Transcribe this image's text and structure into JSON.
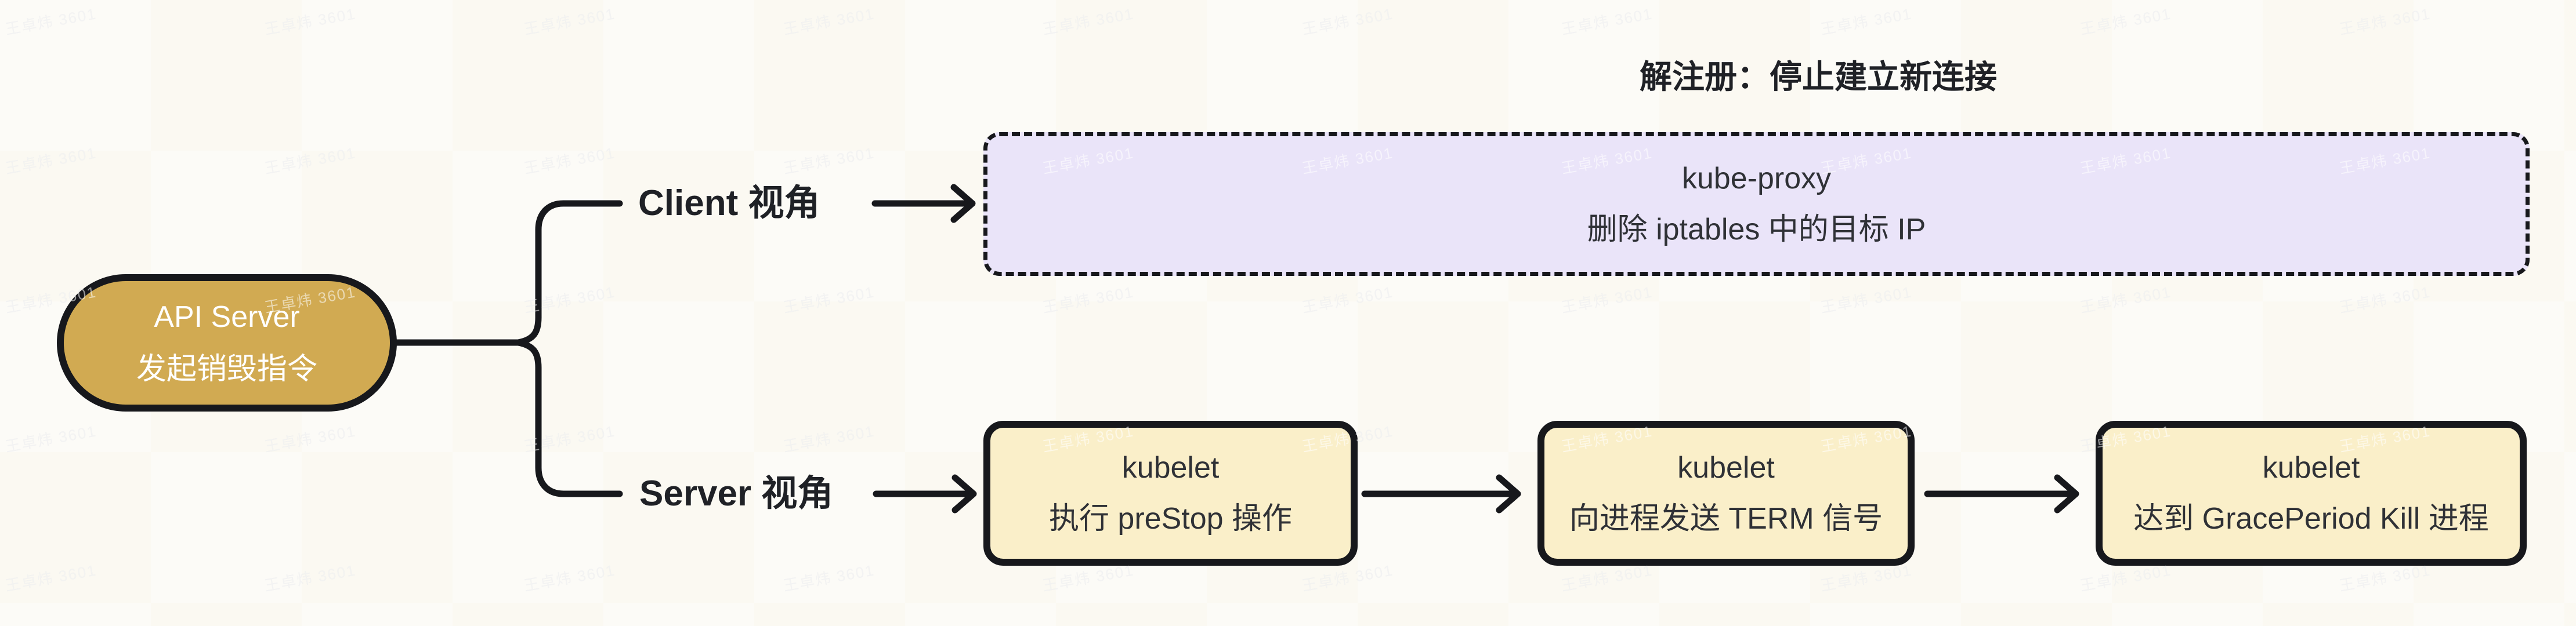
{
  "colors": {
    "background": "#FCFBF7",
    "line": "#17181C",
    "gold": "#D1AA52",
    "yellow": "#FAEFC9",
    "purple": "#EAE4F9",
    "node_text": "#2F3136",
    "label_text": "#1F2126",
    "root_text": "#FFFFFF",
    "watermark_under": "rgba(110,118,128,0.16)",
    "watermark_over": "rgba(255,255,255,0.55)"
  },
  "watermark": {
    "text": "王卓炜 3601"
  },
  "root_node": {
    "line1": "API Server",
    "line2": "发起销毁指令"
  },
  "branches": {
    "client": {
      "label": "Client 视角",
      "annotation": "解注册：停止建立新连接",
      "node": {
        "line1": "kube-proxy",
        "line2": "删除 iptables 中的目标 IP"
      }
    },
    "server": {
      "label": "Server 视角",
      "nodes": [
        {
          "line1": "kubelet",
          "line2": "执行 preStop 操作"
        },
        {
          "line1": "kubelet",
          "line2": "向进程发送 TERM 信号"
        },
        {
          "line1": "kubelet",
          "line2": "达到 GracePeriod Kill 进程"
        }
      ]
    }
  }
}
